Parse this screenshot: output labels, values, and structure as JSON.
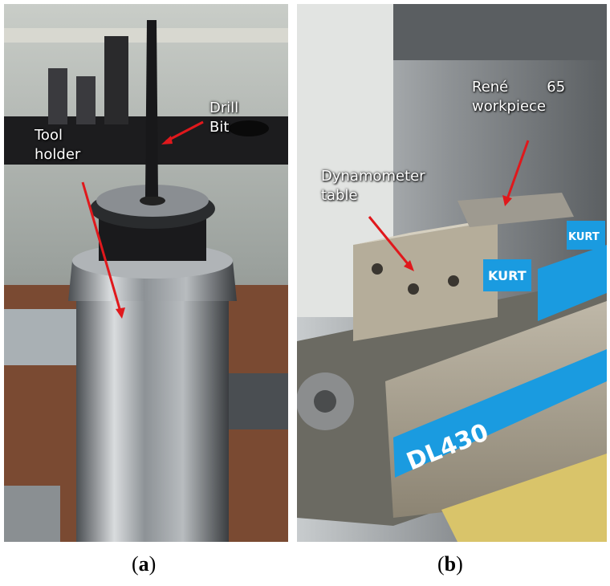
{
  "panel_a": {
    "label_drill_line1": "Drill",
    "label_drill_line2": "Bit",
    "label_tool_line1": "Tool",
    "label_tool_line2": "holder",
    "caption_open": "(",
    "caption_letter": "a",
    "caption_close": ")"
  },
  "panel_b": {
    "label_rene_line1": "René",
    "label_rene_num": "65",
    "label_rene_line2": "workpiece",
    "label_dyn_line1": "Dynamometer",
    "label_dyn_line2": "table",
    "brand_text_1": "KURT",
    "brand_text_2": "KURT",
    "model_text": "DL430",
    "caption_open": "(",
    "caption_letter": "b",
    "caption_close": ")"
  },
  "colors": {
    "arrow": "#e0181c",
    "vise_blue": "#1a9be0",
    "steel": "#9aa0a4"
  }
}
